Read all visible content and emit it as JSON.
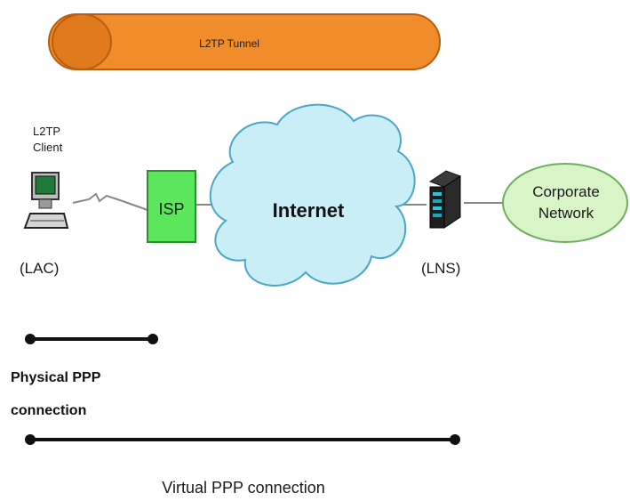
{
  "tunnel": {
    "label": "L2TP Tunnel"
  },
  "client": {
    "label_line1": "L2TP",
    "label_line2": "Client",
    "role": "(LAC)"
  },
  "isp": {
    "label": "ISP"
  },
  "internet": {
    "label": "Internet"
  },
  "server": {
    "role": "(LNS)"
  },
  "corporate": {
    "label_line1": "Corporate",
    "label_line2": "Network"
  },
  "physical_connection": {
    "label_line1": "Physical  PPP",
    "label_line2": "connection"
  },
  "virtual_connection": {
    "label": "Virtual PPP connection"
  },
  "colors": {
    "tunnel_fill": "#f08c2a",
    "tunnel_stroke": "#b85d10",
    "isp_fill": "#5ce65c",
    "cloud_fill": "#c9eef6",
    "cloud_stroke": "#4aa7c6",
    "corporate_fill": "#d8f5c8",
    "corporate_stroke": "#6fae5f",
    "line": "#111111"
  }
}
